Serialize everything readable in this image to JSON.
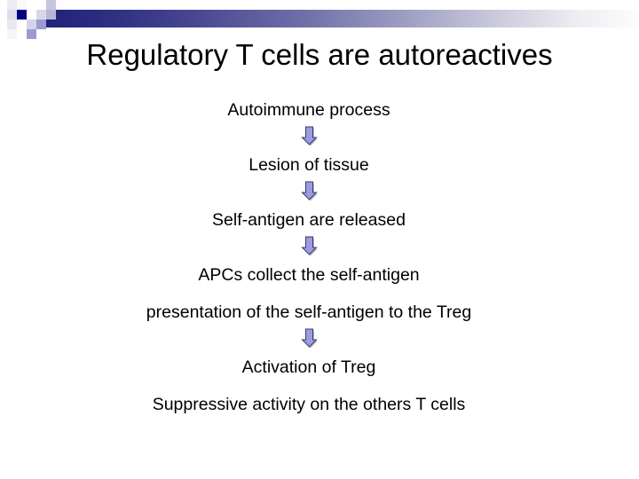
{
  "slide": {
    "title": "Regulatory T cells are autoreactives",
    "background_color": "#ffffff",
    "title_color": "#000000"
  },
  "decoration": {
    "name": "powerpoint-title-banner",
    "bar_gradient_from": "#20207a",
    "bar_gradient_to": "#ffffff",
    "squares_palette": [
      "#000080",
      "#9b9bd0",
      "#c8c8e4",
      "#e2e2ef",
      "#f2f2f7"
    ]
  },
  "flow": {
    "arrow_fill": "#9b9be0",
    "arrow_stroke": "#3a3a6e",
    "arrow_shadow": "#8c8c8c",
    "steps": [
      {
        "id": "step-1",
        "label": "Autoimmune process"
      },
      {
        "id": "step-2",
        "label": "Lesion of tissue"
      },
      {
        "id": "step-3",
        "label": "Self-antigen are released"
      },
      {
        "id": "step-4",
        "label": "APCs collect the self-antigen"
      },
      {
        "id": "step-5",
        "label": "presentation of the self-antigen to the Treg"
      },
      {
        "id": "step-6",
        "label": "Activation of Treg"
      },
      {
        "id": "step-7",
        "label": "Suppressive activity on the others T cells"
      }
    ],
    "arrows": [
      {
        "id": "arrow-1",
        "after_step": "step-1",
        "direction": "down"
      },
      {
        "id": "arrow-2",
        "after_step": "step-2",
        "direction": "down"
      },
      {
        "id": "arrow-3",
        "after_step": "step-3",
        "direction": "down"
      },
      {
        "id": "arrow-4",
        "after_step": "step-5",
        "direction": "down"
      }
    ]
  }
}
